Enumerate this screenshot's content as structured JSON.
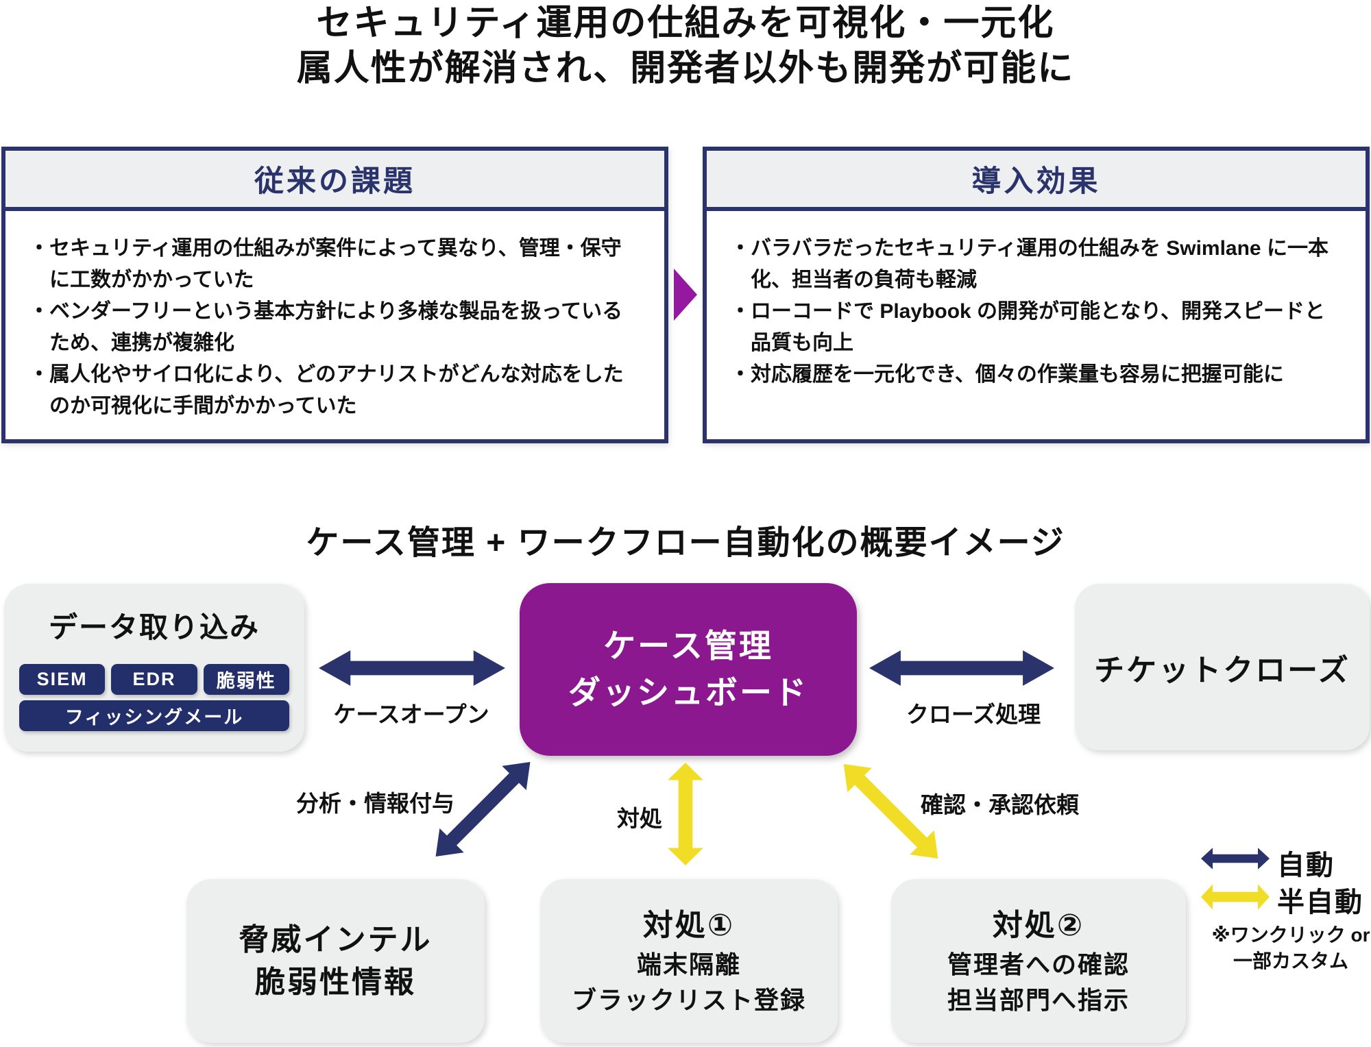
{
  "page": {
    "title_line1": "セキュリティ運用の仕組みを可視化・一元化",
    "title_line2": "属人性が解消され、開発者以外も開発が可能に"
  },
  "comparison": {
    "bullet_char": "・",
    "before": {
      "title": "従来の課題",
      "bullets": [
        "セキュリティ運用の仕組みが案件によって異なり、管理・保守に工数がかかっていた",
        "ベンダーフリーという基本方針により多様な製品を扱っているため、連携が複雑化",
        "属人化やサイロ化により、どのアナリストがどんな対応をしたのか可視化に手間がかかっていた"
      ]
    },
    "after": {
      "title": "導入効果",
      "bullets": [
        "バラバラだったセキュリティ運用の仕組みを Swimlane に一本化、担当者の負荷も軽減",
        "ローコードで Playbook の開発が可能となり、開発スピードと品質も向上",
        "対応履歴を一元化でき、個々の作業量も容易に把握可能に"
      ]
    }
  },
  "flow": {
    "section_title": "ケース管理 + ワークフロー自動化の概要イメージ",
    "data_ingest": {
      "title": "データ取り込み",
      "tags": [
        "SIEM",
        "EDR",
        "脆弱性",
        "フィッシングメール"
      ]
    },
    "dashboard": {
      "line1": "ケース管理",
      "line2": "ダッシュボード"
    },
    "ticket_close": "チケットクローズ",
    "labels": {
      "case_open": "ケースオープン",
      "close_process": "クローズ処理",
      "analysis": "分析・情報付与",
      "action": "対処",
      "approval": "確認・承認依頼"
    },
    "bottom": {
      "threat": {
        "line1": "脅威インテル",
        "line2": "脆弱性情報"
      },
      "action1": {
        "title": "対処①",
        "line1": "端末隔離",
        "line2": "ブラックリスト登録"
      },
      "action2": {
        "title": "対処②",
        "line1": "管理者への確認",
        "line2": "担当部門へ指示"
      }
    },
    "legend": {
      "auto": "自動",
      "semi_auto": "半自動",
      "note_line1": "※ワンクリック or",
      "note_line2": "一部カスタム"
    }
  },
  "colors": {
    "navy": "#2a336b",
    "tag_navy": "#232f6b",
    "purple_box": "#8c188f",
    "purple_arrow": "#9519a0",
    "yellow": "#f2dd26",
    "panel_header_gray": "#edeff0",
    "box_gray": "#edefee",
    "text_black": "#111111",
    "white": "#ffffff"
  }
}
